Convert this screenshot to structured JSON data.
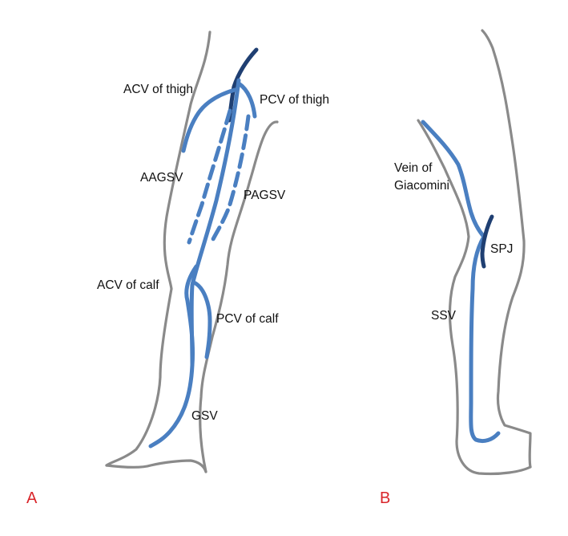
{
  "colors": {
    "outline": "#8a8a8a",
    "vein": "#4a7fc1",
    "junction": "#1f3f72",
    "panel_label": "#d9262b",
    "text": "#111111"
  },
  "panel_a": {
    "letter": "A",
    "labels": {
      "acv_thigh": "ACV of thigh",
      "pcv_thigh": "PCV of thigh",
      "aagsv": "AAGSV",
      "pagsv": "PAGSV",
      "acv_calf": "ACV of calf",
      "pcv_calf": "PCV of calf",
      "gsv": "GSV"
    }
  },
  "panel_b": {
    "letter": "B",
    "labels": {
      "giacomini_line1": "Vein of",
      "giacomini_line2": "Giacomini",
      "spj": "SPJ",
      "ssv": "SSV"
    }
  }
}
